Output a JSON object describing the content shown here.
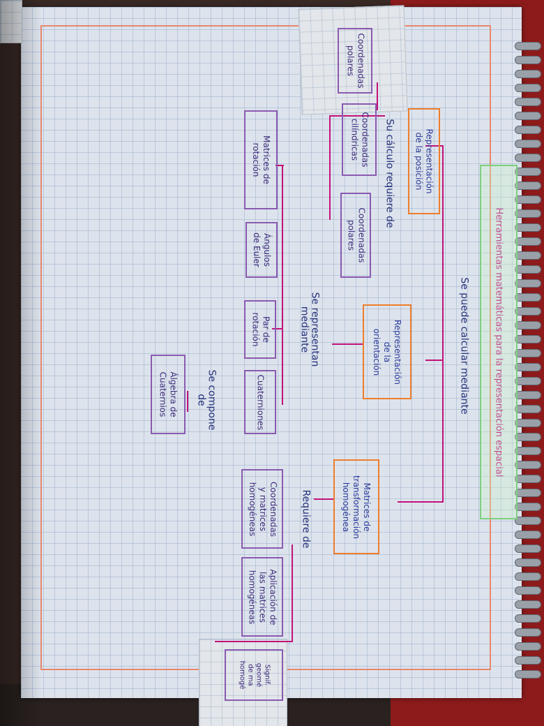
{
  "title": "Herramientas matemáticas para la representación espacial",
  "connectors": {
    "se_puede_calcular": "Se puede calcular mediante",
    "su_calculo_requiere": "Su cálculo requiere de",
    "se_representan": "Se representan\nmediante",
    "se_compone": "Se compone\nde",
    "requiere_de": "Requiere de"
  },
  "nodes": {
    "posicion": "Representación\nde la posición",
    "orientacion": "Representación\nde la\norientación",
    "matrices_transformacion": "Matrices de\ntransformación\nhomogénea",
    "coord_polares_top": "Coordenadas\npolares",
    "coord_cilindricas": "Coordenadas\ncilíndricas",
    "coord_polares": "Coordenadas\npolares",
    "matrices_rotacion": "Matrices de\nrotación",
    "angulos_euler": "Ángulos\nde Euler",
    "par_rotacion": "Par de\nrotación",
    "cuaterniones": "Cuaterniones",
    "algebra": "Álgebra de\nCuaternios",
    "coord_homogeneas": "Coordenadas\ny matrices\nhomogéneas",
    "aplicacion": "Aplicación de\nlas matrices\nhomogéneas",
    "significado": "Signif.\ngeomé\nde ma\nhomogé"
  }
}
